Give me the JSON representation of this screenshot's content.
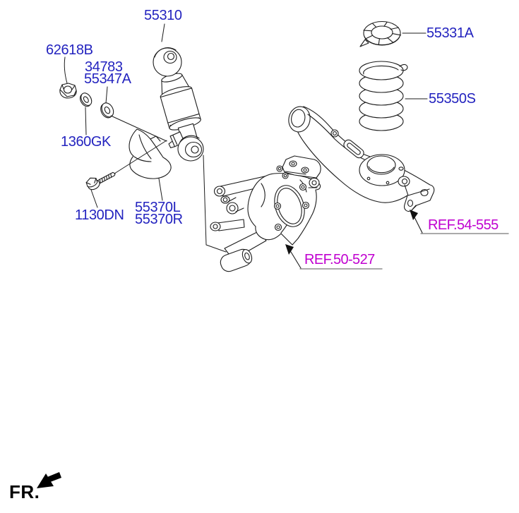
{
  "diagram": {
    "kind": "rear-suspension-parts-diagram",
    "colors": {
      "background": "#ffffff",
      "line_art": "#1c1c1c",
      "part_label": "#2323bf",
      "ref_link": "#c000d0",
      "ref_underline": "#777777",
      "fr_label": "#000000"
    }
  },
  "part_labels": [
    {
      "text": "55310"
    },
    {
      "text": "55331A"
    },
    {
      "text": "62618B"
    },
    {
      "text": "34783"
    },
    {
      "text": "55347A"
    },
    {
      "text": "55350S"
    },
    {
      "text": "1360GK"
    },
    {
      "text": "55370L"
    },
    {
      "text": "55370R"
    },
    {
      "text": "1130DN"
    }
  ],
  "ref_links": [
    {
      "text": "REF.54-555"
    },
    {
      "text": "REF.50-527"
    }
  ],
  "orientation": {
    "front_label": "FR."
  }
}
